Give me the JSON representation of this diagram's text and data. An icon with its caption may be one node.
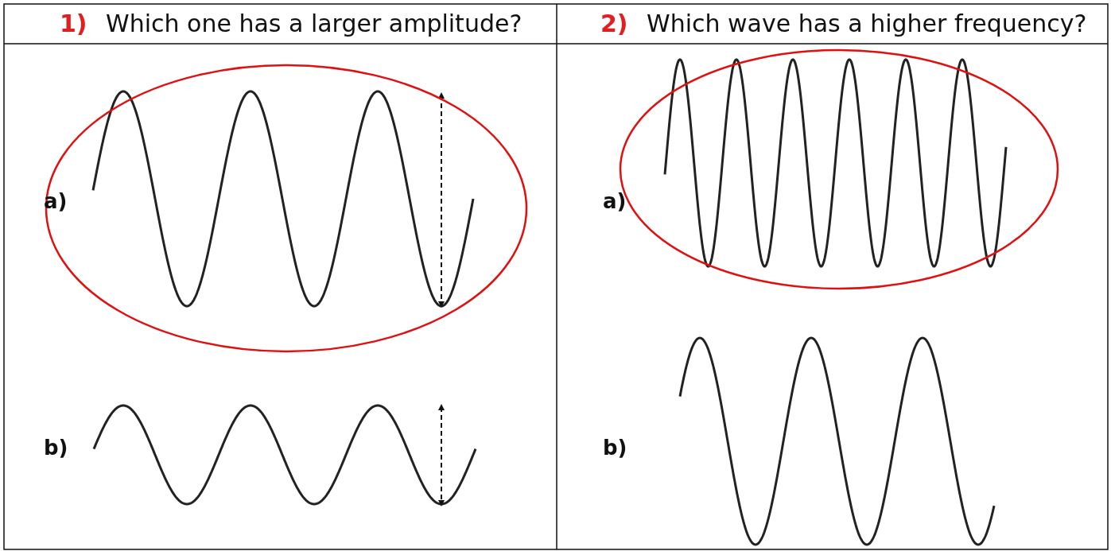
{
  "diagram": {
    "labels": [
      "1)",
      "Which one has a larger amplitude?",
      "2)",
      "Which wave has a higher frequency?",
      "a)",
      "b)",
      "a)",
      "b)"
    ]
  }
}
